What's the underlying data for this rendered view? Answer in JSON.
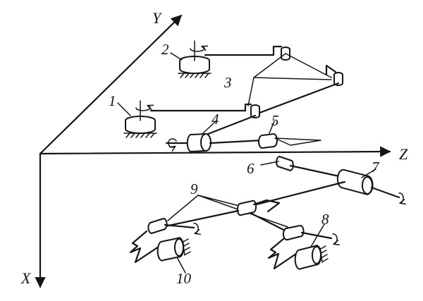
{
  "axes": {
    "x": "X",
    "y": "Y",
    "z": "Z"
  },
  "labels": {
    "n1": "1",
    "n2": "2",
    "n3": "3",
    "n4": "4",
    "n5": "5",
    "n6": "6",
    "n7": "7",
    "n8": "8",
    "n9": "9",
    "n10": "10"
  }
}
